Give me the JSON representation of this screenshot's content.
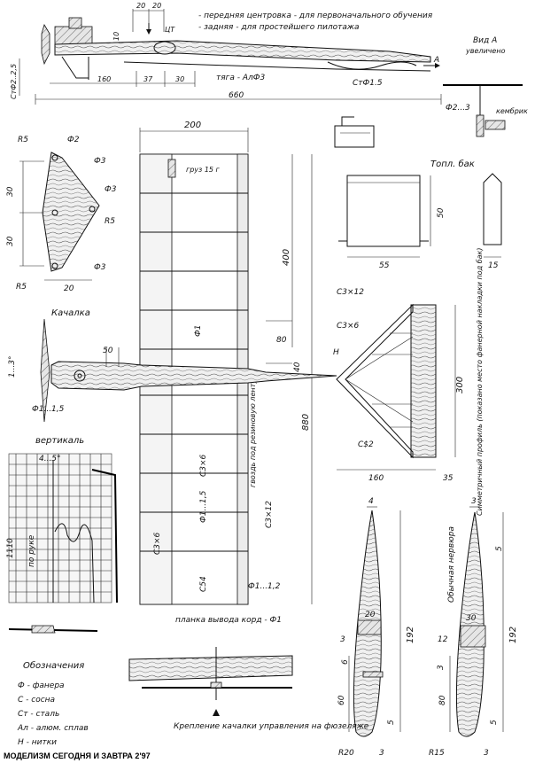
{
  "notes": {
    "note1": "- передняя центровка - для первоначального обучения",
    "note2": "- задняя - для простейшего пилотажа"
  },
  "fuselage_side": {
    "dims_top": [
      "20",
      "20"
    ],
    "cg": "ЦТ",
    "dim_10": "10",
    "dim_160": "160",
    "dim_37": "37",
    "dim_30": "30",
    "dim_660": "660",
    "thrust_rod": "тяга - АлФ3",
    "steel_rod": "СтФ1.5",
    "steel_mount": "СтФ2..2,5",
    "mark_A": "А"
  },
  "view_a": {
    "title": "Вид А",
    "subtitle": "увеличено",
    "phi": "Ф2...3",
    "kembrik": "кембрик"
  },
  "rocker": {
    "r5a": "R5",
    "phi2": "Ф2",
    "phi3a": "Ф3",
    "phi3b": "Ф3",
    "r5b": "R5",
    "phi3c": "Ф3",
    "r5c": "R5",
    "d30a": "30",
    "d30b": "30",
    "d20": "20",
    "title": "Качалка"
  },
  "wing_plan": {
    "d200": "200",
    "gruz": "груз 15 г",
    "d400": "400",
    "d80": "80",
    "d40": "40",
    "d880": "880",
    "phi1": "Ф1",
    "c3x6a": "С3×6",
    "phi15": "Ф1...1,5",
    "c3x12": "С3×12",
    "c3x6b": "С3×6",
    "c54": "С54",
    "phi12": "Ф1...1,2",
    "gvozd": "гвоздь под резиновую ленту",
    "planka": "планка вывода корд - Ф1"
  },
  "nose": {
    "angle": "1...3°",
    "d50": "50",
    "phi11": "Ф1...1,5"
  },
  "tank": {
    "title": "Топл. бак",
    "d50": "50",
    "d55": "55",
    "d15": "15"
  },
  "tail": {
    "c3x12": "С3×12",
    "c3x6": "С3×6",
    "h": "Н",
    "cs2": "С$2",
    "d300": "300",
    "d160": "160",
    "d35": "35",
    "profile": "Симметричный профиль (показано место фанерной накладки под бак)"
  },
  "vertical": {
    "title": "вертикаль",
    "angle": "4...5°",
    "d1110": "1110",
    "ruka": "по руке"
  },
  "rib_left": {
    "d4": "4",
    "d20": "20",
    "d3": "3",
    "d6": "6",
    "d192": "192",
    "d60": "60",
    "d5": "5",
    "r20": "R20",
    "d3b": "3"
  },
  "rib_right": {
    "d3": "3",
    "title": "Обычная нервюра",
    "d5": "5",
    "d30": "30",
    "d12": "12",
    "d3b": "3",
    "d192": "192",
    "d80": "80",
    "d5b": "5",
    "r15": "R15",
    "d3c": "3"
  },
  "legend": {
    "title": "Обозначения",
    "items": [
      "Ф - фанера",
      "С - сосна",
      "Ст - сталь",
      "Ал - алюм. сплав",
      "Н - нитки"
    ]
  },
  "mount": {
    "caption": "Крепление качалки управления на фюзеляже"
  },
  "footer": "МОДЕЛИЗМ СЕГОДНЯ И ЗАВТРА 2'97"
}
